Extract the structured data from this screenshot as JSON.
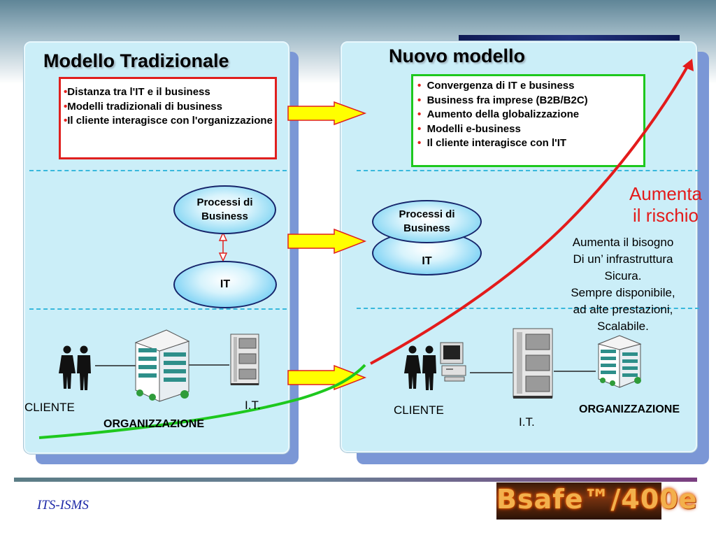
{
  "left_panel": {
    "title": "Modello Tradizionale",
    "items": [
      "Distanza tra l'IT e il  business",
      "Modelli tradizionali di business",
      "Il cliente interagisce con l'organizzazione"
    ],
    "process_label": "Processi di Business",
    "it_label": "IT",
    "cliente": "CLIENTE",
    "it_short": "I.T.",
    "organizzazione": "ORGANIZZAZIONE"
  },
  "right_panel": {
    "title": "Nuovo modello",
    "items": [
      "Convergenza di IT e business",
      "Business fra imprese (B2B/B2C)",
      "Aumento della globalizzazione",
      "Modelli e-business",
      "Il cliente interagisce con l'IT"
    ],
    "process_label": "Processi di Business",
    "it_label": "IT",
    "cliente": "CLIENTE",
    "it_short": "I.T.",
    "organizzazione": "ORGANIZZAZIONE",
    "risk_line1": "Aumenta",
    "risk_line2": "il rischio",
    "note_lines": [
      "Aumenta il bisogno",
      "Di un’ infrastruttura",
      "Sicura.",
      "Sempre disponibile,",
      "ad alte prestazioni,",
      "Scalabile."
    ]
  },
  "footer": {
    "left_text": "ITS-ISMS",
    "logo_text": "Bsafe™/400e"
  },
  "colors": {
    "panel_bg": "#cbeef8",
    "panel_shadow": "#7b97d6",
    "red": "#e31b1b",
    "green": "#1ec81e",
    "arrow_fill": "#ffff00",
    "arrow_stroke": "#e0201e",
    "dash": "#38b8dc"
  }
}
